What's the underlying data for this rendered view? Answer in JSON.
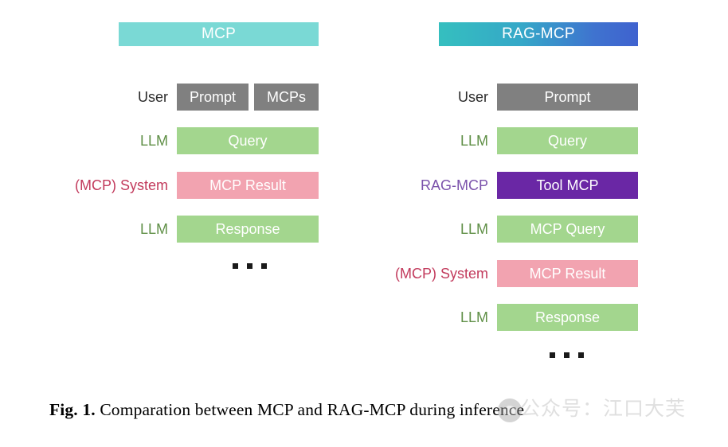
{
  "figure": {
    "columns": [
      {
        "id": "mcp",
        "header": "MCP",
        "header_color": "#7ad9d5",
        "rows": [
          {
            "label": "User",
            "label_color": "#2b2b2b",
            "bars": [
              {
                "text": "Prompt",
                "color": "#808080"
              },
              {
                "text": "MCPs",
                "color": "#808080"
              }
            ]
          },
          {
            "label": "LLM",
            "label_color": "#5f8f46",
            "bars": [
              {
                "text": "Query",
                "color": "#a3d68e"
              }
            ]
          },
          {
            "label": "(MCP) System",
            "label_color": "#c23a5c",
            "bars": [
              {
                "text": "MCP Result",
                "color": "#f2a3b0"
              }
            ]
          },
          {
            "label": "LLM",
            "label_color": "#5f8f46",
            "bars": [
              {
                "text": "Response",
                "color": "#a3d68e"
              }
            ]
          }
        ],
        "ellipsis": "..."
      },
      {
        "id": "rag-mcp",
        "header": "RAG-MCP",
        "header_color": "#3f73cf",
        "rows": [
          {
            "label": "User",
            "label_color": "#2b2b2b",
            "bars": [
              {
                "text": "Prompt",
                "color": "#808080"
              }
            ]
          },
          {
            "label": "LLM",
            "label_color": "#5f8f46",
            "bars": [
              {
                "text": "Query",
                "color": "#a3d68e"
              }
            ]
          },
          {
            "label": "RAG-MCP",
            "label_color": "#7b52ab",
            "bars": [
              {
                "text": "Tool MCP",
                "color": "#6a27a5"
              }
            ]
          },
          {
            "label": "LLM",
            "label_color": "#5f8f46",
            "bars": [
              {
                "text": "MCP Query",
                "color": "#a3d68e"
              }
            ]
          },
          {
            "label": "(MCP) System",
            "label_color": "#c23a5c",
            "bars": [
              {
                "text": "MCP Result",
                "color": "#f2a3b0"
              }
            ]
          },
          {
            "label": "LLM",
            "label_color": "#5f8f46",
            "bars": [
              {
                "text": "Response",
                "color": "#a3d68e"
              }
            ]
          }
        ],
        "ellipsis": "..."
      }
    ],
    "caption": {
      "prefix": "Fig. 1.",
      "text": " Comparation between MCP and RAG-MCP during inference"
    },
    "watermark": {
      "text": "公众号：江口大芙"
    }
  }
}
